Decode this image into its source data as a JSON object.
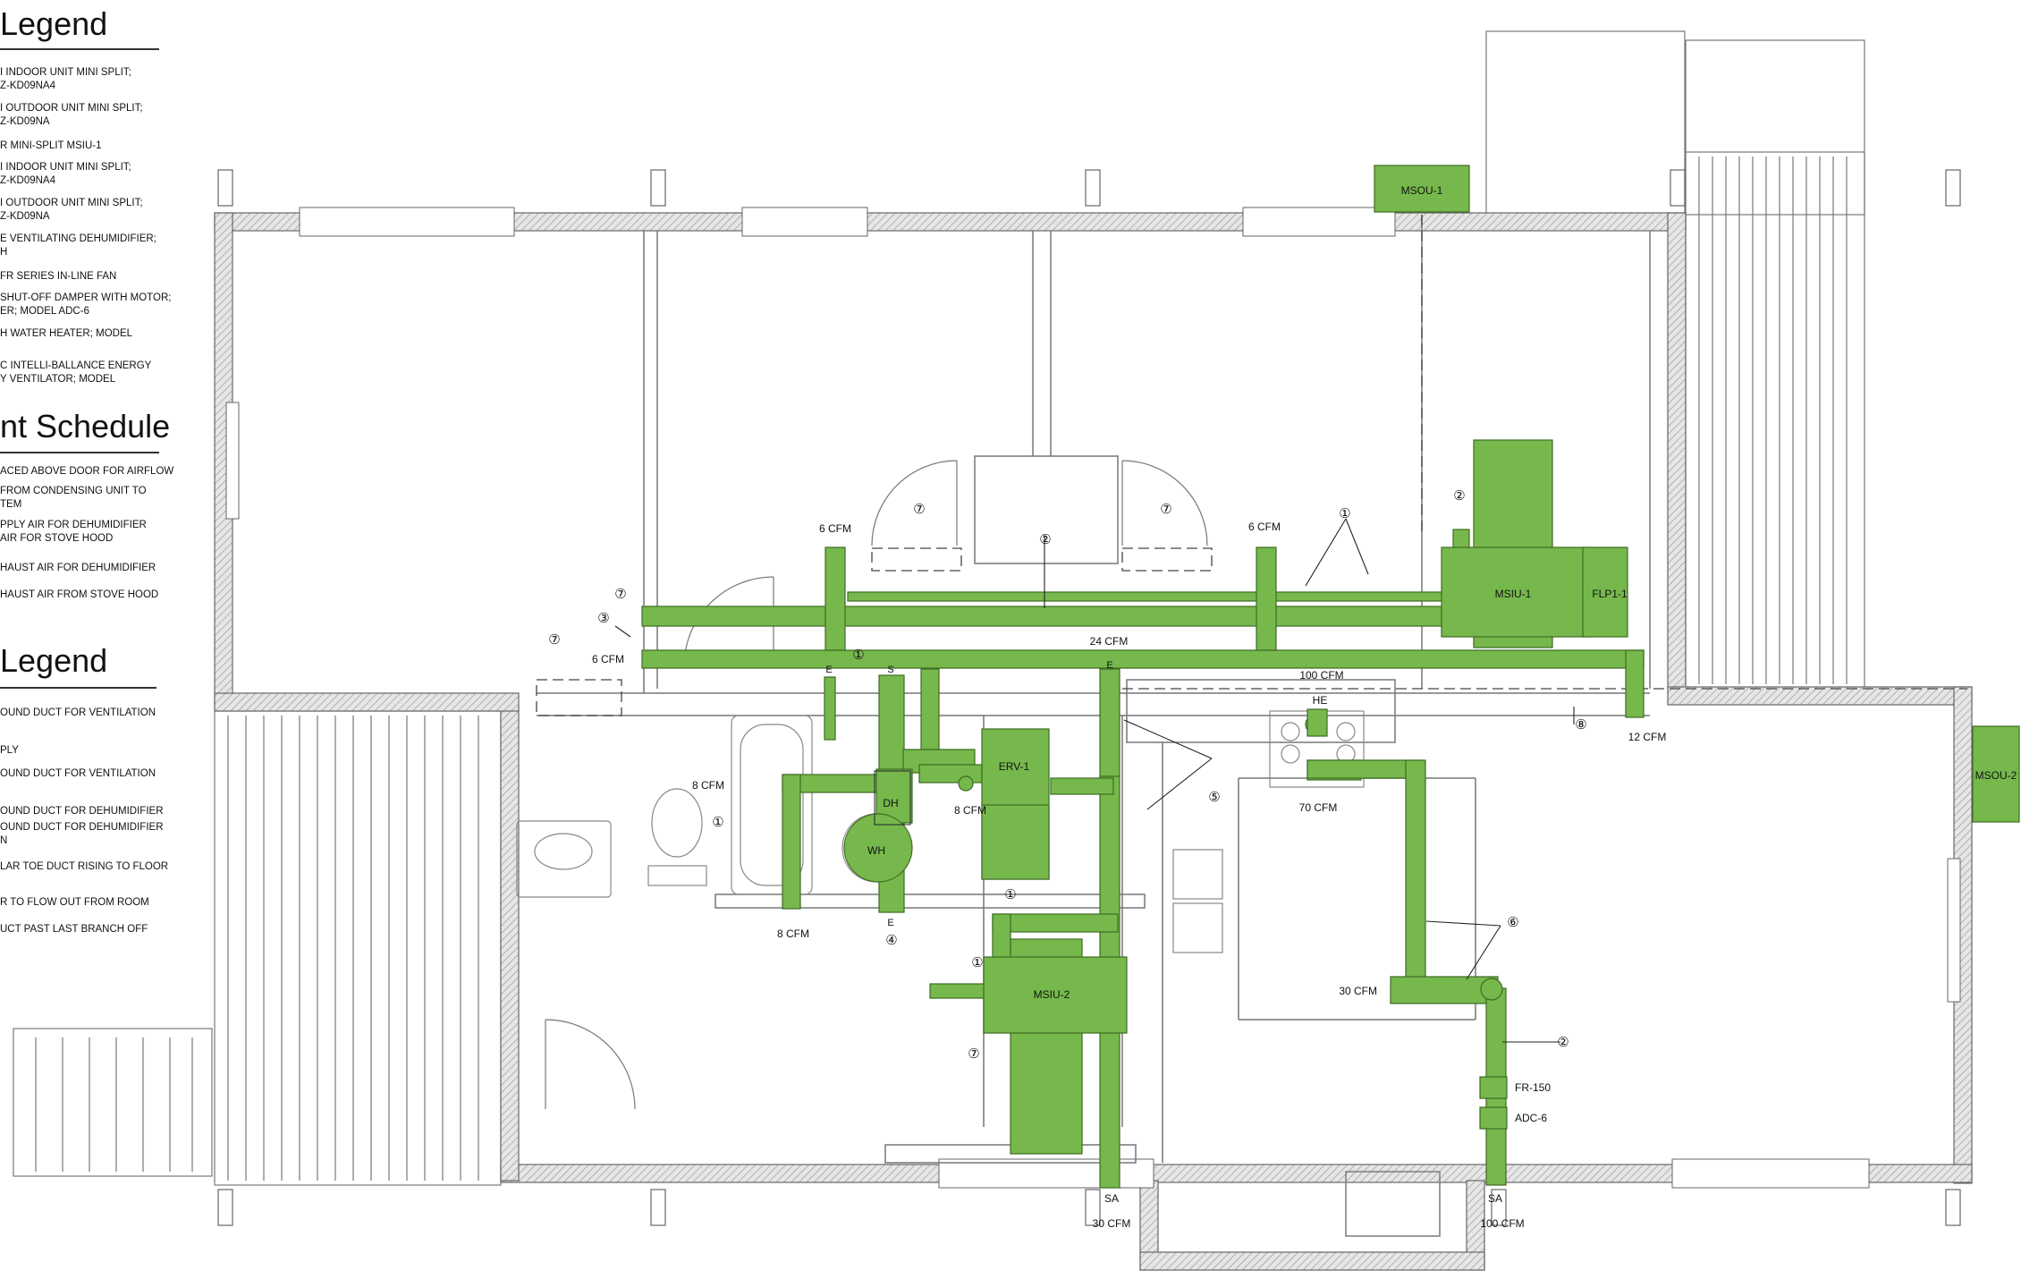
{
  "legend_sections": [
    {
      "title": "Legend",
      "items": [
        "I INDOOR UNIT MINI SPLIT;\nZ-KD09NA4",
        "I OUTDOOR UNIT MINI SPLIT;\nZ-KD09NA",
        "R MINI-SPLIT MSIU-1",
        "I INDOOR UNIT MINI SPLIT;\nZ-KD09NA4",
        "I OUTDOOR UNIT MINI SPLIT;\nZ-KD09NA",
        "E VENTILATING DEHUMIDIFIER;\nH",
        "FR SERIES IN-LINE FAN",
        "SHUT-OFF DAMPER WITH MOTOR;\nER; MODEL ADC-6",
        "H WATER HEATER; MODEL",
        "C INTELLI-BALLANCE ENERGY\nY VENTILATOR; MODEL"
      ]
    },
    {
      "title": "nt Schedule",
      "items": [
        "ACED ABOVE DOOR FOR AIRFLOW",
        " FROM CONDENSING UNIT TO\nTEM",
        "PPLY AIR FOR DEHUMIDIFIER\nAIR FOR STOVE HOOD",
        "HAUST AIR FOR DEHUMIDIFIER",
        "HAUST AIR FROM STOVE HOOD"
      ]
    },
    {
      "title": "Legend",
      "items": [
        "OUND DUCT FOR VENTILATION",
        "PLY",
        "OUND DUCT FOR VENTILATION",
        "OUND DUCT FOR DEHUMIDIFIER",
        "OUND DUCT FOR DEHUMIDIFIER\nN",
        "LAR TOE DUCT RISING TO FLOOR",
        "R TO FLOW OUT FROM ROOM",
        "UCT PAST LAST BRANCH OFF"
      ]
    }
  ],
  "equipment": {
    "msou1": "MSOU-1",
    "msiu1": "MSIU-1",
    "flp1": "FLP1-1",
    "erv1": "ERV-1",
    "dh": "DH",
    "wh": "WH",
    "he": "HE",
    "msiu2": "MSIU-2",
    "msou2": "MSOU-2",
    "fr150": "FR-150",
    "adc6": "ADC-6"
  },
  "airflow_labels": {
    "cfm_6_left": "6 CFM",
    "cfm_6_right": "6 CFM",
    "cfm_6_west": "6 CFM",
    "cfm_24": "24 CFM",
    "cfm_100_he": "100 CFM",
    "cfm_12": "12 CFM",
    "cfm_8_left": "8 CFM",
    "cfm_8_mid": "8 CFM",
    "cfm_8_bottom": "8 CFM",
    "cfm_70": "70 CFM",
    "cfm_30_side": "30 CFM",
    "cfm_30_sa": "30 CFM",
    "cfm_100_sa": "100 CFM",
    "sa_left": "SA",
    "sa_right": "SA",
    "e_1": "E",
    "e_2": "E",
    "e_3": "E",
    "s_1": "S"
  },
  "callouts": [
    "①",
    "②",
    "③",
    "④",
    "⑤",
    "⑥",
    "⑦",
    "⑧"
  ],
  "colors": {
    "duct_fill": "#76b84c",
    "duct_stroke": "#3d6b22",
    "wall": "#8a8a8a",
    "line": "#555555"
  }
}
